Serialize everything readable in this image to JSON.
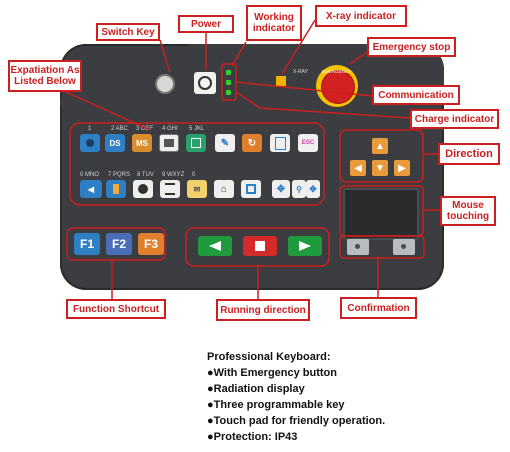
{
  "labels": {
    "switch_key": "Switch Key",
    "power": "Power",
    "working_indicator": "Working indicator",
    "xray_indicator": "X-ray indicator",
    "emergency_stop": "Emergency stop",
    "expatiation": "Expatiation As Listed Below",
    "communication": "Communication",
    "charge_indicator": "Charge indicator",
    "direction": "Direction",
    "mouse_touching": "Mouse touching",
    "function_shortcut": "Function Shortcut",
    "running_direction": "Running direction",
    "confirmation": "Confirmation"
  },
  "keypad": {
    "row1_labels": [
      "1",
      "2 ABC",
      "3 DEF",
      "4 GHI",
      "5 JKL"
    ],
    "row2_labels": [
      "0 MNO",
      "7 PQRS",
      "8 TUV",
      "9 WXYZ",
      "0"
    ],
    "row1_colors": [
      "#2e7fc4",
      "#2e7fc4",
      "#d98e2d",
      "#efefef",
      "#2aa06a",
      "#efefef",
      "#e0802e",
      "#efefef",
      "#efefef"
    ],
    "row2_colors": [
      "#2e7fc4",
      "#2e7fc4",
      "#efefef",
      "#efefef",
      "#f2d16a",
      "#efefef",
      "#2e7fc4",
      "#2e7fc4"
    ],
    "esc": "ESC"
  },
  "function_keys": [
    "F1",
    "F2",
    "F3"
  ],
  "function_key_colors": [
    "#2e7fc4",
    "#4a6fb8",
    "#e0802e"
  ],
  "emergency_label": "EMERGENCY",
  "features": {
    "title": "Professional Keyboard:",
    "items": [
      "●With Emergency button",
      "●Radiation display",
      "●Three programmable key",
      "●Touch pad for friendly operation.",
      "●Protection: IP43"
    ]
  },
  "accent": "#cc1f1f"
}
